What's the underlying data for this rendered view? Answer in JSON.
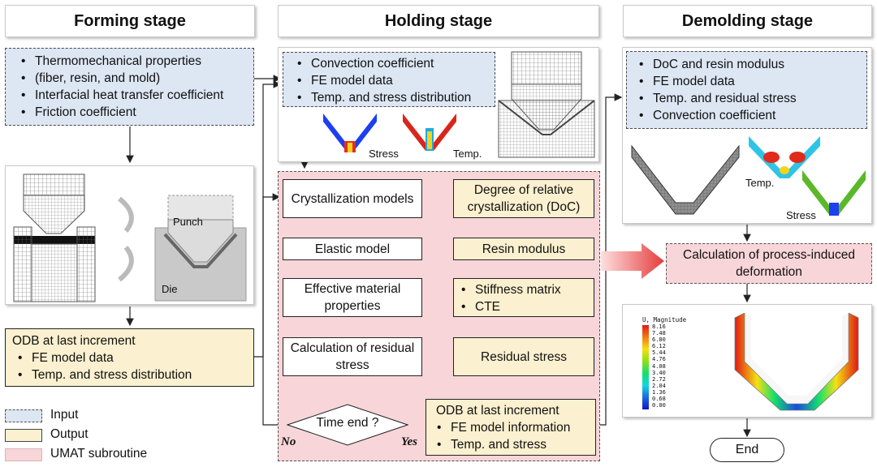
{
  "stages": {
    "forming": "Forming stage",
    "holding": "Holding stage",
    "demolding": "Demolding stage"
  },
  "forming": {
    "inputs": [
      "Thermomechanical properties",
      "(fiber, resin, and mold)",
      "Interfacial heat transfer coefficient",
      "Friction coefficient"
    ],
    "punch_label": "Punch",
    "die_label": "Die",
    "odb_title": "ODB at last increment",
    "odb_items": [
      "FE model data",
      "Temp. and stress distribution"
    ]
  },
  "holding": {
    "inputs": [
      "Convection coefficient",
      "FE model data",
      "Temp. and stress distribution"
    ],
    "stress_label": "Stress",
    "temp_label": "Temp.",
    "steps": [
      {
        "process": "Crystallization models",
        "output": "Degree of relative crystallization (DoC)"
      },
      {
        "process": "Elastic model",
        "output": "Resin modulus"
      },
      {
        "process": "Effective material properties",
        "output_items": [
          "Stiffness matrix",
          "CTE"
        ]
      },
      {
        "process": "Calculation of residual stress",
        "output": "Residual stress"
      }
    ],
    "decision": "Time end ?",
    "no_label": "No",
    "yes_label": "Yes",
    "odb_title": "ODB at last increment",
    "odb_items": [
      "FE model information",
      "Temp. and stress"
    ]
  },
  "demolding": {
    "inputs": [
      "DoC and resin modulus",
      "FE model data",
      "Temp. and residual stress",
      "Convection coefficient"
    ],
    "temp_label": "Temp.",
    "stress_label": "Stress",
    "calc": "Calculation of process-induced deformation",
    "contour_title": "U, Magnitude",
    "contour_values": [
      "8.16",
      "7.48",
      "6.80",
      "6.12",
      "5.44",
      "4.76",
      "4.08",
      "3.40",
      "2.72",
      "2.04",
      "1.36",
      "0.68",
      "0.00"
    ],
    "end": "End"
  },
  "legend": {
    "input": "Input",
    "output": "Output",
    "umat": "UMAT subroutine"
  },
  "colors": {
    "input": "#dde6f3",
    "output": "#fbf0cf",
    "umat": "#f7d5d8",
    "red_arrow": "#e84545",
    "dashed_arrow": "#1f3fd6"
  }
}
